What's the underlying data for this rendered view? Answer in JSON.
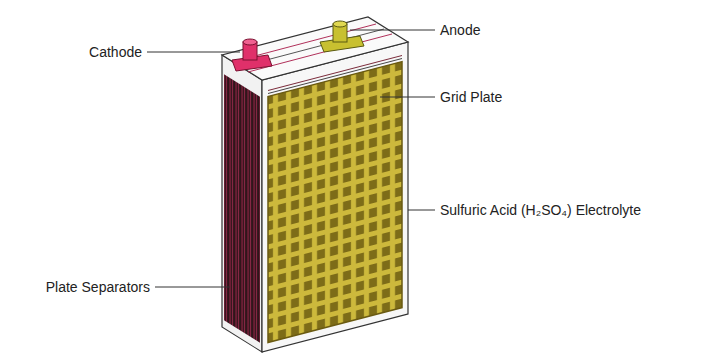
{
  "diagram": {
    "labels": [
      "Anode",
      "Cathode",
      "Grid Plate",
      "Sulfuric Acid (H₂SO₄) Electrolyte",
      "Plate Separators"
    ]
  }
}
